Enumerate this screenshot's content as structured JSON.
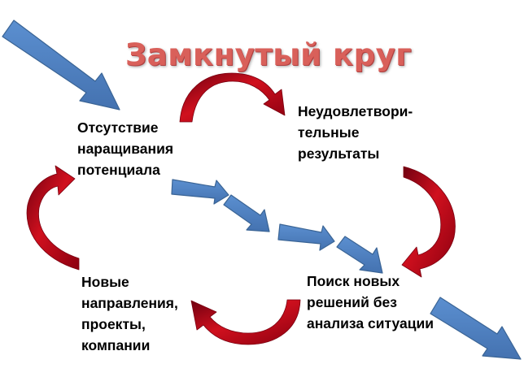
{
  "title": "Замкнутый  круг",
  "nodes": {
    "lack_of_growth": "Отсутствие\nнаращивания\nпотенциала",
    "unsatisfactory_results": "Неудовлетвори-\nтельные\nрезультаты",
    "search_solutions": "Поиск новых\nрешений без\nанализа ситуации",
    "new_directions": "Новые\nнаправления,\nпроекты,\nкомпании"
  },
  "colors": {
    "title_red": "#d9605a",
    "cycle_arrow_dark_red": "#8b0010",
    "cycle_arrow_red": "#d0101e",
    "flow_arrow_blue": "#4f81bd",
    "flow_arrow_outline": "#3a6495",
    "node_text": "#000000"
  },
  "icons": {
    "cycle_arrows": "curved-arrow",
    "flow_arrows": "block-arrow"
  }
}
